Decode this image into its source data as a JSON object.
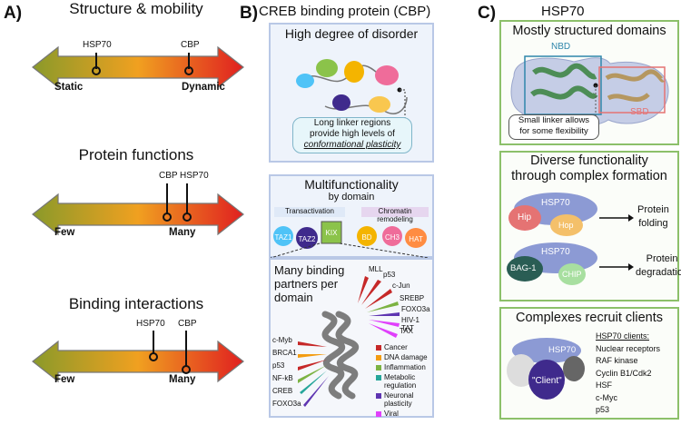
{
  "panelA": {
    "letter": "A)",
    "sections": [
      {
        "title": "Structure & mobility",
        "left": "Static",
        "right": "Dynamic",
        "markers": [
          {
            "label": "HSP70"
          },
          {
            "label": "CBP"
          }
        ]
      },
      {
        "title": "Protein functions",
        "left": "Few",
        "right": "Many",
        "markers": [
          {
            "label": "CBP"
          },
          {
            "label": "HSP70"
          }
        ]
      },
      {
        "title": "Binding interactions",
        "left": "Few",
        "right": "Many",
        "markers": [
          {
            "label": "HSP70"
          },
          {
            "label": "CBP"
          }
        ]
      }
    ]
  },
  "panelB": {
    "letter": "B)",
    "title": "CREB binding protein (CBP)",
    "disorder": {
      "title": "High degree of disorder",
      "note_line1": "Long linker regions",
      "note_line2": "provide high levels of",
      "note_line3": "conformational plasticity"
    },
    "multi": {
      "title": "Multifunctionality",
      "subtitle": "by domain",
      "transactivation": "Transactivation",
      "chromatin": "Chromatin remodeling",
      "domains": [
        "TAZ1",
        "TAZ2",
        "KIX",
        "BD",
        "CH3",
        "HAT"
      ]
    },
    "partners": {
      "title_line1": "Many binding",
      "title_line2": "partners per",
      "title_line3": "domain",
      "top_labels": [
        "MLL",
        "p53",
        "c-Jun",
        "SREBP",
        "FOXO3a",
        "HIV-1 TAT",
        "TAX"
      ],
      "left_labels": [
        "c-Myb",
        "BRCA1",
        "p53",
        "NF-kB",
        "CREB",
        "FOXO3a"
      ],
      "legend": [
        {
          "label": "Cancer",
          "color": "#c62828"
        },
        {
          "label": "DNA damage",
          "color": "#f39c12"
        },
        {
          "label": "Inflammation",
          "color": "#7cb342"
        },
        {
          "label": "Metabolic regulation",
          "color": "#26a69a"
        },
        {
          "label": "Neuronal plasticity",
          "color": "#5e35b1"
        },
        {
          "label": "Viral",
          "color": "#e040fb"
        }
      ]
    }
  },
  "panelC": {
    "letter": "C)",
    "title": "HSP70",
    "structured": {
      "title": "Mostly structured domains",
      "nbd": "NBD",
      "sbd": "SBD",
      "note_line1": "Small linker allows",
      "note_line2": "for some flexibility"
    },
    "diverse": {
      "title_line1": "Diverse functionality",
      "title_line2": "through complex formation",
      "hsp70": "HSP70",
      "hip": "Hip",
      "hop": "Hop",
      "folding_line1": "Protein",
      "folding_line2": "folding",
      "bag1": "BAG-1",
      "chip": "CHIP",
      "degradation_line1": "Protein",
      "degradation_line2": "degradation"
    },
    "clients": {
      "title": "Complexes recruit clients",
      "hsp70": "HSP70",
      "client": "\"Client\"",
      "heading": "HSP70 clients:",
      "items": [
        "Nuclear receptors",
        "RAF kinase",
        "Cyclin B1/Cdk2",
        "HSF",
        "c-Myc",
        "p53"
      ]
    }
  },
  "colors": {
    "arrow_start": "#8a9a2a",
    "arrow_mid": "#f0a020",
    "arrow_end": "#e02020",
    "box_border": "#b9c8e6",
    "green_border": "#8cc06a"
  }
}
